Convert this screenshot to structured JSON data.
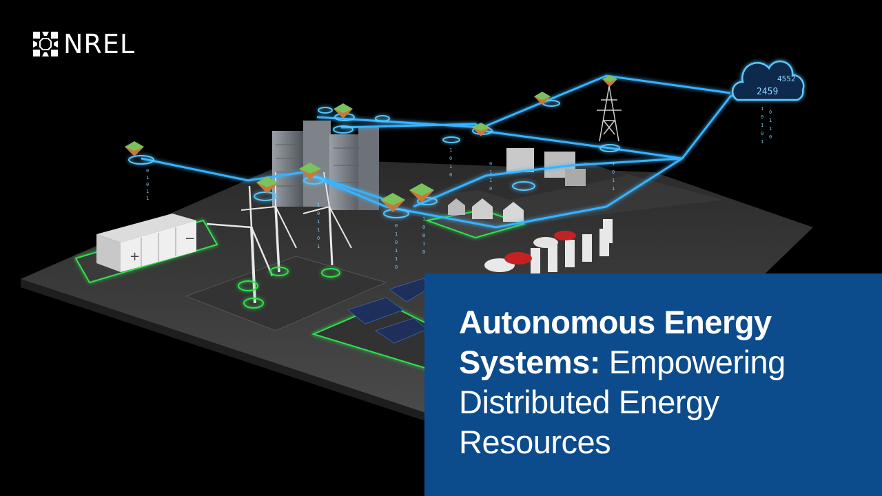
{
  "logo": {
    "text": "NREL"
  },
  "title": {
    "bold": "Autonomous Energy Systems:",
    "regular": "Empowering Distributed Energy Resources"
  },
  "cloud_digits": [
    "4552",
    "2459"
  ],
  "colors": {
    "panel": "#0c4b8c",
    "network": "#2fa8ff",
    "ring": "#22d848",
    "platform": "#3a3a3a"
  }
}
